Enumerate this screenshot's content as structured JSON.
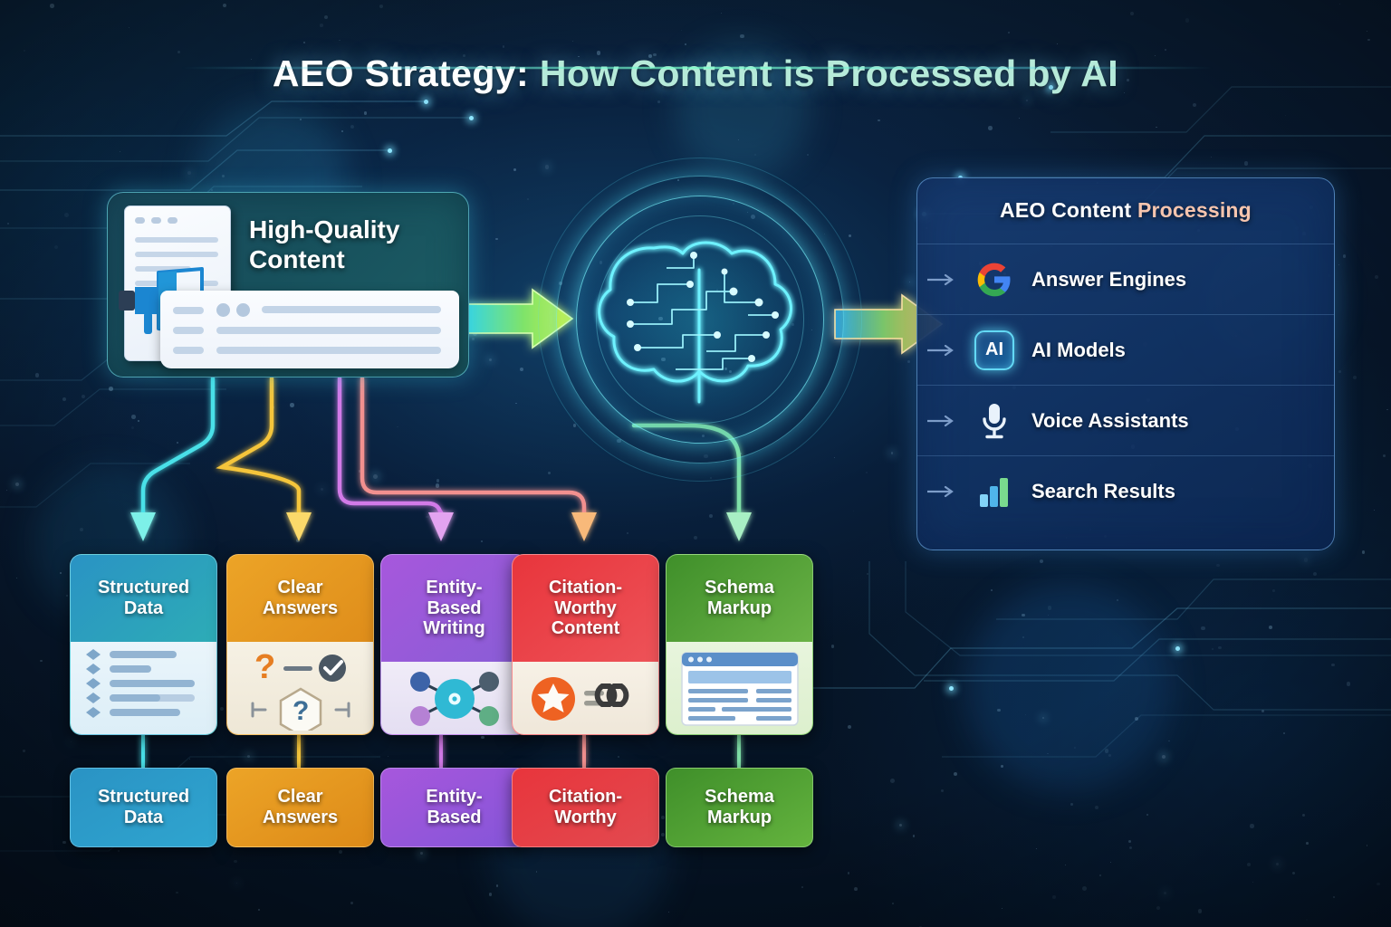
{
  "title": {
    "part1": "AEO Strategy:",
    "part2": "How Content is Processed by AI"
  },
  "source_card": {
    "title_line1": "High-Quality",
    "title_line2": "Content",
    "doc_icon": "document-icon",
    "megaphone_icon": "megaphone-icon"
  },
  "processor": {
    "icon": "ai-brain-circuit-icon"
  },
  "flow_arrows": {
    "input_arrow": "arrow-right-green",
    "output_arrow": "arrow-right-gold"
  },
  "panel": {
    "title_white": "AEO Content ",
    "title_accent": "Processing",
    "rows": [
      {
        "label": "Answer Engines",
        "icon": "google-logo-icon"
      },
      {
        "label": "AI Models",
        "icon": "ai-badge-icon",
        "badge_text": "AI"
      },
      {
        "label": "Voice Assistants",
        "icon": "microphone-icon"
      },
      {
        "label": "Search Results",
        "icon": "bar-chart-icon"
      }
    ]
  },
  "categories": [
    {
      "title_line1": "Structured",
      "title_line2": "Data",
      "title_line3": "",
      "icon": "bulleted-list-icon",
      "color": "#2a93c4",
      "color2": "#2fb7b0"
    },
    {
      "title_line1": "Clear",
      "title_line2": "Answers",
      "title_line3": "",
      "icon": "question-answer-icon",
      "color": "#e89a20",
      "color2": "#d98315"
    },
    {
      "title_line1": "Entity-",
      "title_line2": "Based",
      "title_line3": "Writing",
      "icon": "node-network-icon",
      "color": "#9a52d6",
      "color2": "#7f5fd4"
    },
    {
      "title_line1": "Citation-",
      "title_line2": "Worthy",
      "title_line3": "Content",
      "icon": "pin-link-icon",
      "color": "#e8353c",
      "color2": "#e8555c"
    },
    {
      "title_line1": "Schema",
      "title_line2": "Markup",
      "title_line3": "",
      "icon": "browser-window-icon",
      "color": "#4a9b2e",
      "color2": "#7dc252"
    }
  ],
  "bottom_labels": [
    {
      "line1": "Structured",
      "line2": "Data",
      "color": "#2a93c4",
      "color2": "#2f9fd0"
    },
    {
      "line1": "Clear",
      "line2": "Answers",
      "color": "#e89a20",
      "color2": "#dd8a18"
    },
    {
      "line1": "Entity-",
      "line2": "Based",
      "color": "#9a52d6",
      "color2": "#8455d8"
    },
    {
      "line1": "Citation-",
      "line2": "Worthy",
      "color": "#e8353c",
      "color2": "#e24a50"
    },
    {
      "line1": "Schema",
      "line2": "Markup",
      "color": "#4a9b2e",
      "color2": "#64b33e"
    }
  ],
  "connector_colors": [
    "#48e0e8",
    "#f5c53b",
    "#d27ae8",
    "#f2908f",
    "#7fe0a8"
  ],
  "theme": {
    "background": "#061427",
    "accent_cyan": "#5ce0f0",
    "accent_gold": "#f5b942",
    "panel_blue": "#193e74"
  }
}
